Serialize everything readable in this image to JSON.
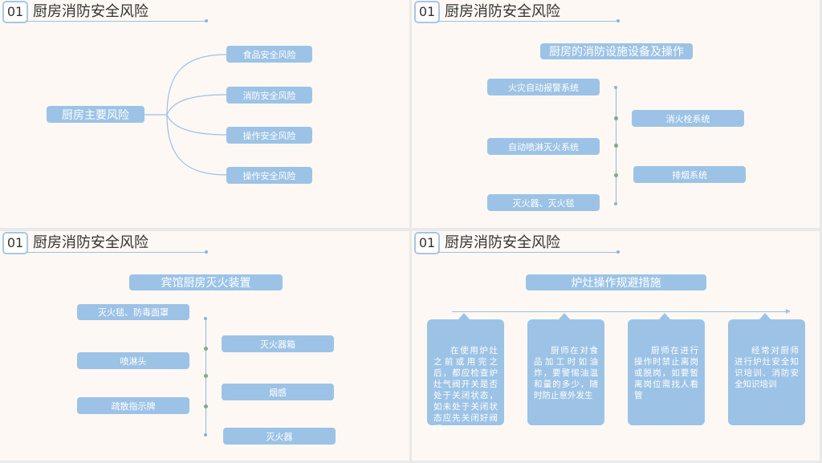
{
  "panels": [
    {
      "header": {
        "number": "01",
        "title": "厨房消防安全风险"
      },
      "root": "厨房主要风险",
      "branches": [
        "食品安全风险",
        "消防安全风险",
        "操作安全风险",
        "操作安全风险"
      ]
    },
    {
      "header": {
        "number": "01",
        "title": "厨房消防安全风险"
      },
      "title": "厨房的消防设施设备及操作",
      "left_items": [
        "火灾自动报警系统",
        "自动喷淋灭火系统",
        "灭火器、灭火毯"
      ],
      "right_items": [
        "消火栓系统",
        "排烟系统"
      ]
    },
    {
      "header": {
        "number": "01",
        "title": "厨房消防安全风险"
      },
      "title": "宾馆厨房灭火装置",
      "left_items": [
        "灭火毯、防毒面罩",
        "喷淋头",
        "疏散指示牌"
      ],
      "right_items": [
        "灭火器箱",
        "烟感",
        "灭火器"
      ]
    },
    {
      "header": {
        "number": "01",
        "title": "厨房消防安全风险"
      },
      "title": "炉灶操作规避措施",
      "cards": [
        "在使用炉灶之前或用完之后，都应检查炉灶气阀开关是否处于关闭状态，如未处于关闭状态应先关闭好阀门",
        "厨师在对食品加工时如油炸，要警惕油温和量的多少，随时防止意外发生",
        "厨师在进行操作时禁止离岗或脱岗，如要暂离岗位需找人看管",
        "经常对厨师进行炉灶安全知识培训、消防安全知识培训"
      ]
    }
  ],
  "colors": {
    "box": "#9cc3e6",
    "line": "#9cc0e3",
    "background": "#fdf8f4"
  }
}
